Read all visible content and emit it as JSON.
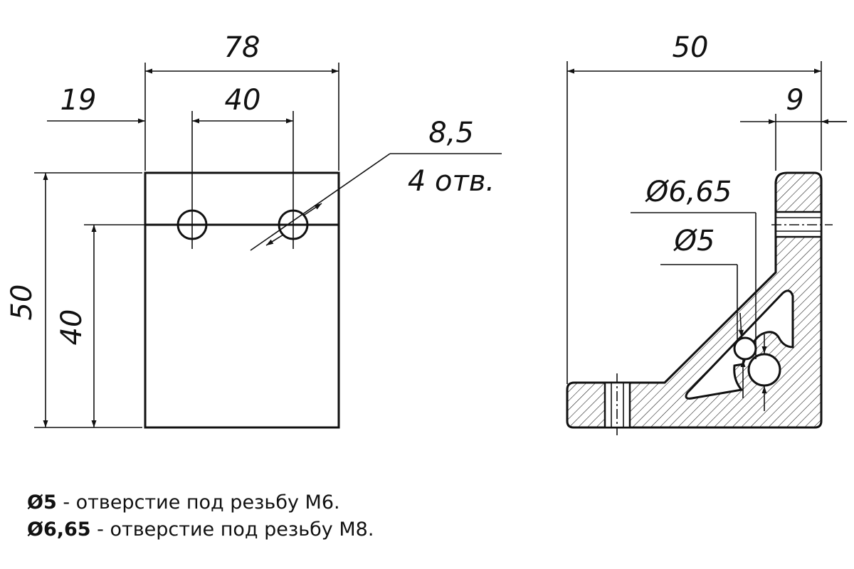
{
  "front_view": {
    "dim_width": "78",
    "dim_offset": "19",
    "dim_hole_spacing": "40",
    "dim_hole_diameter": "8,5",
    "dim_hole_count": "4 отв.",
    "dim_height": "50",
    "dim_hole_height": "40"
  },
  "side_view": {
    "dim_width": "50",
    "dim_wall": "9",
    "dim_bore_large": "Ø6,65",
    "dim_bore_small": "Ø5"
  },
  "notes": [
    {
      "symbol": "Ø5",
      "text": " - отверстие под резьбу М6."
    },
    {
      "symbol": "Ø6,65",
      "text": " - отверстие под резьбу М8."
    }
  ]
}
